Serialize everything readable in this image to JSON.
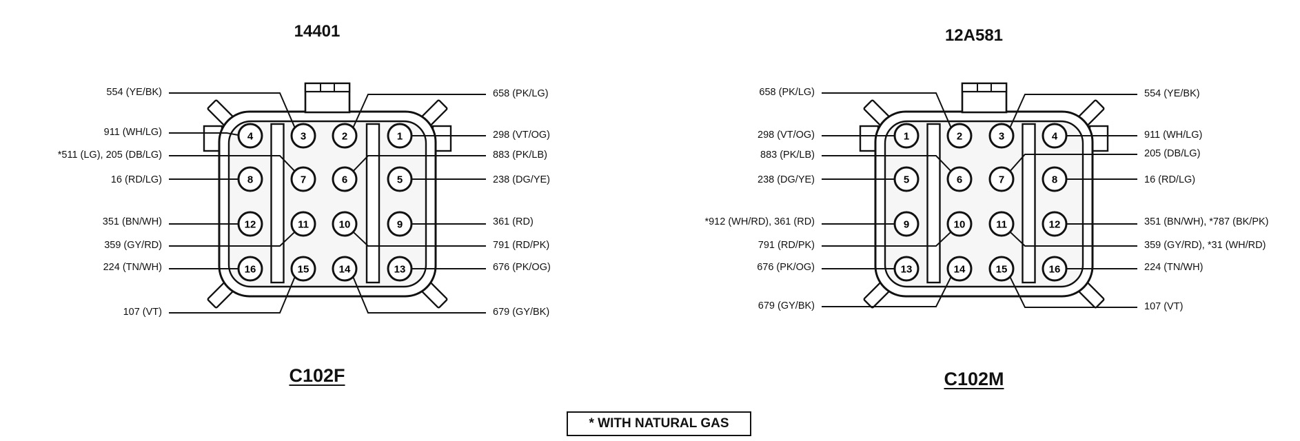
{
  "note": "* WITH NATURAL GAS",
  "connectors": [
    {
      "part_number": "14401",
      "name": "C102F",
      "pin_layout": [
        [
          4,
          3,
          2,
          1
        ],
        [
          8,
          7,
          6,
          5
        ],
        [
          12,
          11,
          10,
          9
        ],
        [
          16,
          15,
          14,
          13
        ]
      ],
      "wires": [
        {
          "pin": 3,
          "label": "554 (YE/BK)",
          "side": "left"
        },
        {
          "pin": 4,
          "label": "911 (WH/LG)",
          "side": "left"
        },
        {
          "pin": 7,
          "label": "*511 (LG), 205 (DB/LG)",
          "side": "left"
        },
        {
          "pin": 8,
          "label": "16 (RD/LG)",
          "side": "left"
        },
        {
          "pin": 12,
          "label": "351 (BN/WH)",
          "side": "left"
        },
        {
          "pin": 11,
          "label": "359 (GY/RD)",
          "side": "left"
        },
        {
          "pin": 16,
          "label": "224 (TN/WH)",
          "side": "left"
        },
        {
          "pin": 15,
          "label": "107 (VT)",
          "side": "left"
        },
        {
          "pin": 2,
          "label": "658 (PK/LG)",
          "side": "right"
        },
        {
          "pin": 1,
          "label": "298 (VT/OG)",
          "side": "right"
        },
        {
          "pin": 6,
          "label": "883 (PK/LB)",
          "side": "right"
        },
        {
          "pin": 5,
          "label": "238 (DG/YE)",
          "side": "right"
        },
        {
          "pin": 9,
          "label": "361 (RD)",
          "side": "right"
        },
        {
          "pin": 10,
          "label": "791 (RD/PK)",
          "side": "right"
        },
        {
          "pin": 13,
          "label": "676 (PK/OG)",
          "side": "right"
        },
        {
          "pin": 14,
          "label": "679 (GY/BK)",
          "side": "right"
        }
      ]
    },
    {
      "part_number": "12A581",
      "name": "C102M",
      "pin_layout": [
        [
          1,
          2,
          3,
          4
        ],
        [
          5,
          6,
          7,
          8
        ],
        [
          9,
          10,
          11,
          12
        ],
        [
          13,
          14,
          15,
          16
        ]
      ],
      "wires": [
        {
          "pin": 2,
          "label": "658 (PK/LG)",
          "side": "left"
        },
        {
          "pin": 1,
          "label": "298 (VT/OG)",
          "side": "left"
        },
        {
          "pin": 6,
          "label": "883 (PK/LB)",
          "side": "left"
        },
        {
          "pin": 5,
          "label": "238 (DG/YE)",
          "side": "left"
        },
        {
          "pin": 9,
          "label": "*912 (WH/RD), 361 (RD)",
          "side": "left"
        },
        {
          "pin": 10,
          "label": "791 (RD/PK)",
          "side": "left"
        },
        {
          "pin": 13,
          "label": "676 (PK/OG)",
          "side": "left"
        },
        {
          "pin": 14,
          "label": "679 (GY/BK)",
          "side": "left"
        },
        {
          "pin": 3,
          "label": "554 (YE/BK)",
          "side": "right"
        },
        {
          "pin": 4,
          "label": "911 (WH/LG)",
          "side": "right"
        },
        {
          "pin": 7,
          "label": "205 (DB/LG)",
          "side": "right"
        },
        {
          "pin": 8,
          "label": "16 (RD/LG)",
          "side": "right"
        },
        {
          "pin": 12,
          "label": "351 (BN/WH), *787 (BK/PK)",
          "side": "right"
        },
        {
          "pin": 11,
          "label": "359 (GY/RD), *31 (WH/RD)",
          "side": "right"
        },
        {
          "pin": 16,
          "label": "224 (TN/WH)",
          "side": "right"
        },
        {
          "pin": 15,
          "label": "107 (VT)",
          "side": "right"
        }
      ]
    }
  ]
}
